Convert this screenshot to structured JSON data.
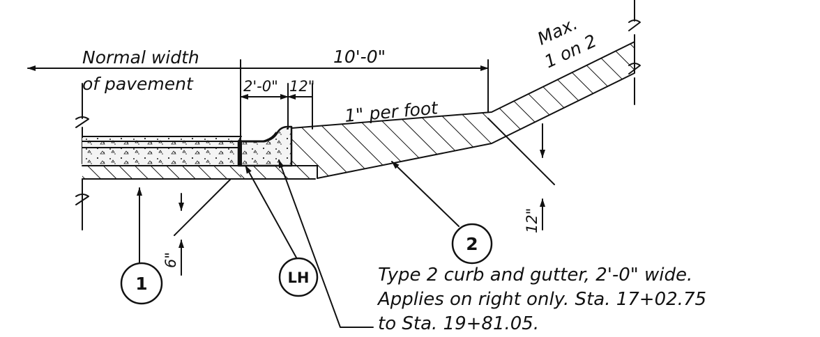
{
  "labels": {
    "normal_width_line1": "Normal width",
    "normal_width_line2": "of pavement",
    "ten_foot": "10'-0\"",
    "max_slope_line1": "Max.",
    "max_slope_line2": "1 on 2",
    "two_foot": "2'-0\"",
    "twelve_in_top": "12\"",
    "per_foot": "1\" per foot",
    "six_in": "6\"",
    "twelve_in_right": "12\""
  },
  "callouts": {
    "one": "1",
    "two": "2",
    "lh": "LH"
  },
  "note": {
    "line1": "Type 2 curb and gutter, 2'-0\" wide.",
    "line2": "Applies on right only. Sta. 17+02.75",
    "line3": "to Sta. 19+81.05."
  }
}
